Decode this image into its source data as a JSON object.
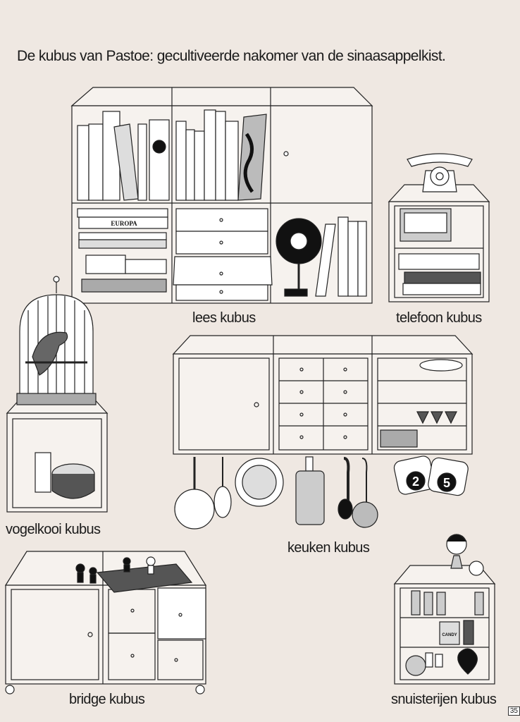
{
  "headline": "De kubus van Pastoe: gecultiveerde nakomer van de sinaasappelkist.",
  "labels": {
    "lees": "lees kubus",
    "telefoon": "telefoon kubus",
    "vogelkooi": "vogelkooi kubus",
    "keuken": "keuken kubus",
    "bridge": "bridge kubus",
    "snuisterijen": "snuisterijen kubus"
  },
  "book_title": "EUROPA",
  "mug_numbers": [
    "2",
    "5"
  ],
  "tin_label": "CANDY",
  "page_number": "35",
  "colors": {
    "paper": "#efe8e2",
    "ink": "#1a1a1a"
  }
}
